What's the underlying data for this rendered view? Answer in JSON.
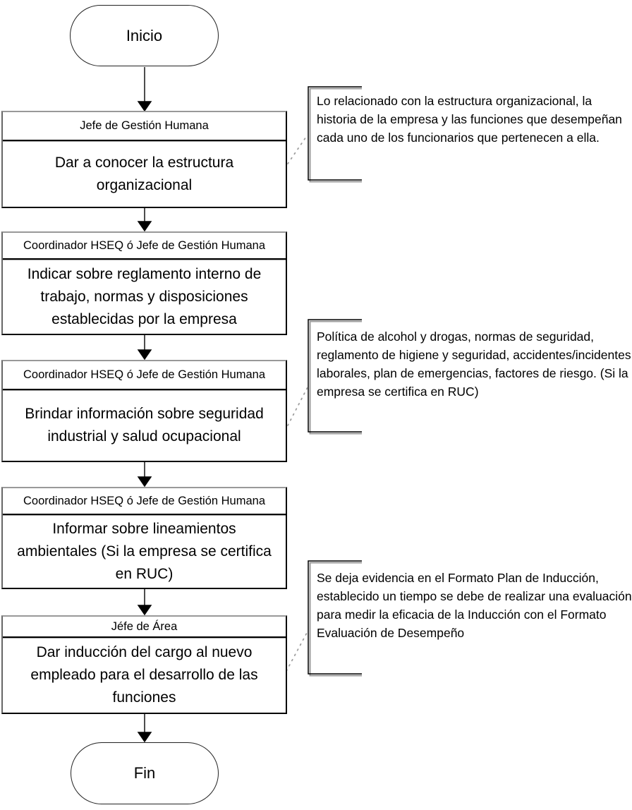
{
  "diagram": {
    "start": {
      "label": "Inicio"
    },
    "end": {
      "label": "Fin"
    },
    "steps": [
      {
        "role": "Jefe de Gestión Humana",
        "action": "Dar a conocer la estructura organizacional"
      },
      {
        "role": "Coordinador HSEQ ó Jefe de Gestión Humana",
        "action": "Indicar sobre reglamento interno de trabajo, normas y disposiciones establecidas por la empresa"
      },
      {
        "role": "Coordinador HSEQ ó Jefe de Gestión Humana",
        "action": "Brindar información sobre seguridad industrial y salud ocupacional"
      },
      {
        "role": "Coordinador HSEQ ó Jefe de Gestión Humana",
        "action": "Informar sobre lineamientos ambientales (Si la empresa se certifica en RUC)"
      },
      {
        "role": "Jéfe de Área",
        "action": "Dar inducción del cargo al nuevo empleado para el desarrollo de las funciones"
      }
    ],
    "annotations": [
      {
        "text": "Lo relacionado con la estructura organizacional, la historia de la empresa y las funciones que desempeñan cada uno de los funcionarios que pertenecen a ella."
      },
      {
        "text": "Política de alcohol y drogas, normas de seguridad, reglamento de higiene y seguridad, accidentes/incidentes laborales, plan de emergencias, factores de riesgo. (Si la empresa se certifica en RUC)"
      },
      {
        "text": "Se deja evidencia en el Formato Plan de Inducción, establecido un tiempo se debe de realizar una evaluación para medir la eficacia de la Inducción con el Formato Evaluación de Desempeño"
      }
    ],
    "colors": {
      "background": "#ffffff",
      "line": "#000000",
      "box_border_shadow": "#999999",
      "bracket_shadow": "#9a9a9a",
      "connector_dots": "#9e9e9e"
    }
  }
}
